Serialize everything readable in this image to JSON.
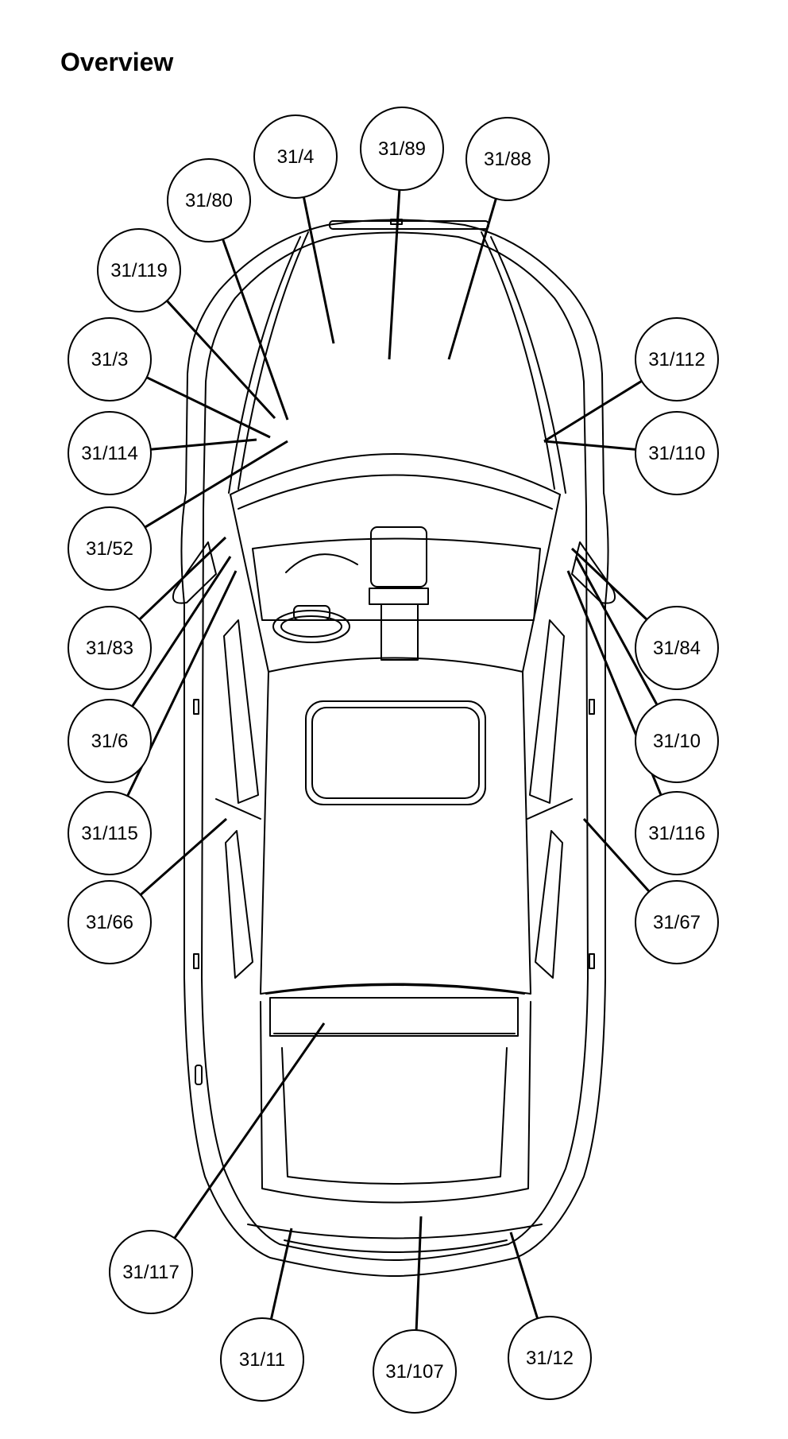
{
  "page": {
    "title": "Overview"
  },
  "colors": {
    "ink": "#000000",
    "paper": "#ffffff"
  },
  "callouts": [
    {
      "id": "31/4",
      "label": "31/4"
    },
    {
      "id": "31/89",
      "label": "31/89"
    },
    {
      "id": "31/88",
      "label": "31/88"
    },
    {
      "id": "31/80",
      "label": "31/80"
    },
    {
      "id": "31/119",
      "label": "31/119"
    },
    {
      "id": "31/3",
      "label": "31/3"
    },
    {
      "id": "31/114",
      "label": "31/114"
    },
    {
      "id": "31/52",
      "label": "31/52"
    },
    {
      "id": "31/112",
      "label": "31/112"
    },
    {
      "id": "31/110",
      "label": "31/110"
    },
    {
      "id": "31/83",
      "label": "31/83"
    },
    {
      "id": "31/6",
      "label": "31/6"
    },
    {
      "id": "31/115",
      "label": "31/115"
    },
    {
      "id": "31/66",
      "label": "31/66"
    },
    {
      "id": "31/84",
      "label": "31/84"
    },
    {
      "id": "31/10",
      "label": "31/10"
    },
    {
      "id": "31/116",
      "label": "31/116"
    },
    {
      "id": "31/67",
      "label": "31/67"
    },
    {
      "id": "31/117",
      "label": "31/117"
    },
    {
      "id": "31/11",
      "label": "31/11"
    },
    {
      "id": "31/107",
      "label": "31/107"
    },
    {
      "id": "31/12",
      "label": "31/12"
    }
  ]
}
